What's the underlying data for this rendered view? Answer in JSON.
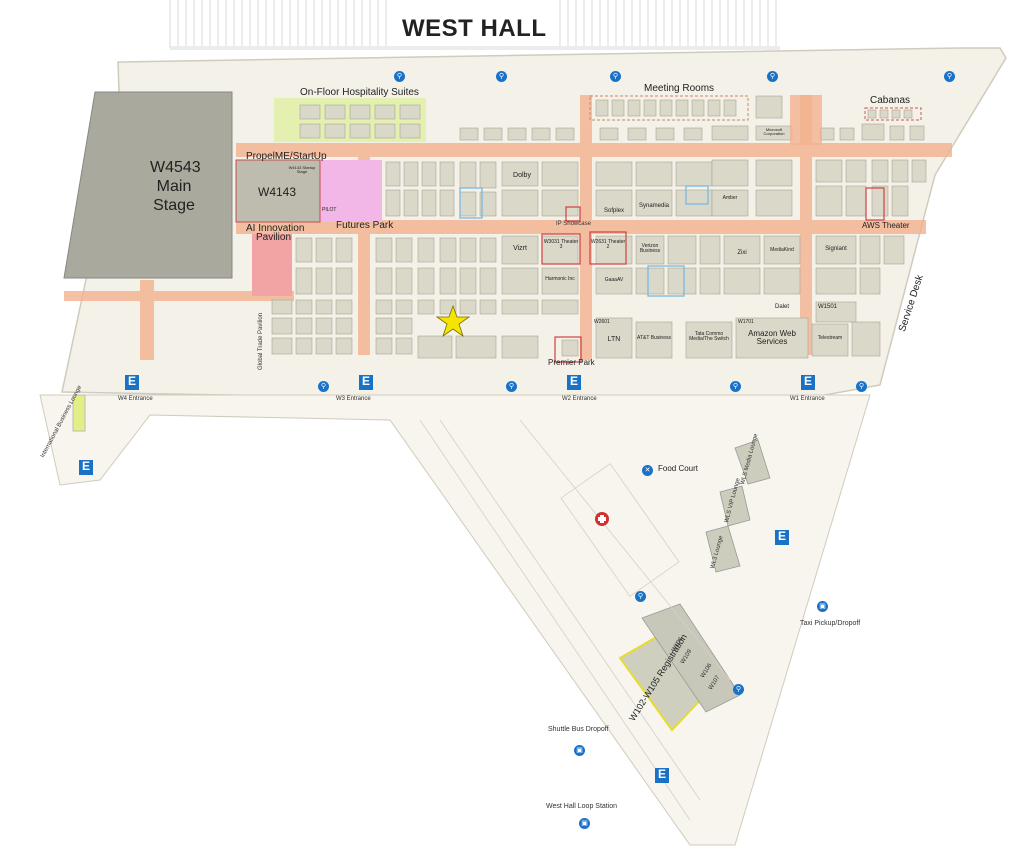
{
  "hall_title": "WEST HALL",
  "main_stage": {
    "number": "W4543",
    "line1": "Main",
    "line2": "Stage"
  },
  "zones": {
    "hospitality": "On-Floor Hospitality Suites",
    "meeting_rooms": "Meeting Rooms",
    "cabanas": "Cabanas",
    "propelme": "PropelME/StartUp",
    "w4143": "W4143",
    "futures_park": "Futures Park",
    "ai_pavilion_1": "AI Innovation",
    "ai_pavilion_2": "Pavilion",
    "aws_theater": "AWS Theater",
    "global_trade": "Global Trade Pavilion",
    "service_desk": "Service Desk",
    "premier_park": "Premier Park",
    "ip_showcase": "IP Showcase"
  },
  "booths": {
    "dolby": "Dolby",
    "sdkvicon": "Vizrt",
    "w3031": "W3031 Theater 3",
    "w2631": "W2631 Theater 2",
    "sofplex": "Sofplex",
    "synamedia": "Synamedia",
    "verizon": "Verizon Business",
    "harmonic": "Harmonic Inc",
    "gaeav": "GaaaAV",
    "ltn": "LTN",
    "att": "AT&T Business",
    "tata": "Tata Commo Media/The Switch",
    "aws": "Amazon Web Services",
    "w2601": "W2601",
    "w1701": "W1701",
    "w1501": "W1501",
    "telestream": "Telestream",
    "signiant": "Signiant",
    "zixi": "Zixi",
    "mediakind": "MediaKind",
    "dalet": "Dalet",
    "microsoft": "Microsoft Corporation",
    "amber": "Amber",
    "w4143_startup": "W4143 Startup Stage",
    "pilot": "PILOT"
  },
  "entrances": {
    "w4": "W4 Entrance",
    "w3": "W3 Entrance",
    "w2": "W2 Entrance",
    "w1": "W1 Entrance",
    "letter": "E"
  },
  "lounges": {
    "intl_business": "International Business Lounge",
    "wls_media": "WLS Media Lounge",
    "wls_vip": "WLS VIP Lounge",
    "wl3_lounge": "WL3 Lounge"
  },
  "services": {
    "food_court": "Food Court",
    "taxi": "Taxi Pickup/Dropoff",
    "shuttle": "Shuttle Bus Dropoff",
    "loop": "West Hall Loop Station"
  },
  "registration": {
    "w102": "W102-W105 Registration",
    "w108": "W108",
    "w109": "W109",
    "w106": "W106",
    "w107": "W107"
  },
  "marker": {
    "name": "you-are-here star",
    "color": "#f5e400"
  },
  "colors": {
    "floor": "#f4f1e8",
    "booth": "#dad8c8",
    "aisle": "#f3b28f",
    "hospitality": "#e3f0b0",
    "futures": "#f2b7e6",
    "icon_blue": "#1a72c7"
  }
}
